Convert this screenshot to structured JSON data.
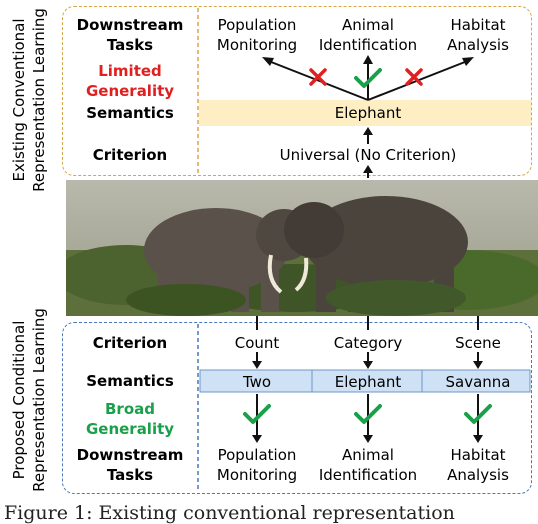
{
  "side_labels": {
    "top": [
      "Existing Conventional",
      "Representation Learning"
    ],
    "bottom": [
      "Proposed Conditional",
      "Representation Learning"
    ]
  },
  "top_panel": {
    "row_labels": {
      "downstream": [
        "Downstream",
        "Tasks"
      ],
      "generality": [
        "Limited",
        "Generality"
      ],
      "semantics": "Semantics",
      "criterion": "Criterion"
    },
    "tasks": [
      [
        "Population",
        "Monitoring"
      ],
      [
        "Animal",
        "Identification"
      ],
      [
        "Habitat",
        "Analysis"
      ]
    ],
    "semantics_value": "Elephant",
    "criterion_value": "Universal (No Criterion)",
    "marks": [
      "cross",
      "check",
      "cross"
    ]
  },
  "bottom_panel": {
    "row_labels": {
      "criterion": "Criterion",
      "semantics": "Semantics",
      "generality": [
        "Broad",
        "Generality"
      ],
      "downstream": [
        "Downstream",
        "Tasks"
      ]
    },
    "criteria": [
      "Count",
      "Category",
      "Scene"
    ],
    "semantics_values": [
      "Two",
      "Elephant",
      "Savanna"
    ],
    "tasks": [
      [
        "Population",
        "Monitoring"
      ],
      [
        "Animal",
        "Identification"
      ],
      [
        "Habitat",
        "Analysis"
      ]
    ],
    "marks": [
      "check",
      "check",
      "check"
    ]
  },
  "caption_fragment": "Figure 1: Existing conventional representation",
  "colors": {
    "top_border": "#d8a64a",
    "bottom_border": "#4a78b8",
    "limited": "#e02020",
    "broad": "#1aa04a",
    "semantics_fill_top": "#fdeec4",
    "semantics_fill_bottom": "#cfe2f5",
    "cross": "#e02020",
    "check": "#1aa04a"
  },
  "image": {
    "subject": "Two elephants in savanna"
  }
}
